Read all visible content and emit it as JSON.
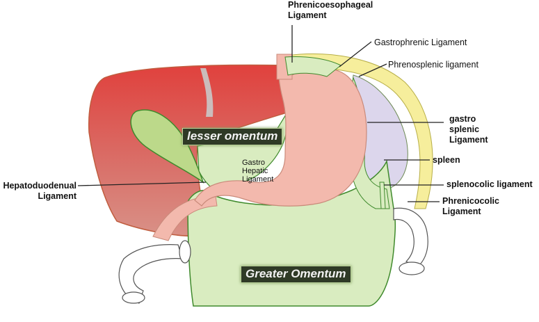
{
  "labels": {
    "phrenicoesophageal": [
      "Phrenicoesophageal",
      "Ligament"
    ],
    "gastrophrenic": "Gastrophrenic Ligament",
    "phrenosplenic": "Phrenosplenic ligament",
    "gastrosplenic": [
      "gastro",
      "splenic",
      "Ligament"
    ],
    "spleen": "spleen",
    "splenocolic": "splenocolic ligament",
    "phrenicocolic": [
      "Phrenicocolic",
      "Ligament"
    ],
    "hepatoduodenal": [
      "Hepatoduodenual",
      "Ligament"
    ],
    "gastrohepatic": [
      "Gastro",
      "Hepatic",
      "Ligament"
    ],
    "lesser_omentum": "lesser omentum",
    "greater_omentum": "Greater Omentum"
  },
  "colors": {
    "liver": "#d96a5e",
    "liver_dark": "#c84c47",
    "stomach": "#f3b9ad",
    "omentum": "#d9ecc0",
    "omentum_outline": "#3f8a2c",
    "gallbladder": "#bcd98a",
    "spleen": "#dcd6ec",
    "diaphragm": "#f6ee9c",
    "label_box": "#2f3a26"
  }
}
